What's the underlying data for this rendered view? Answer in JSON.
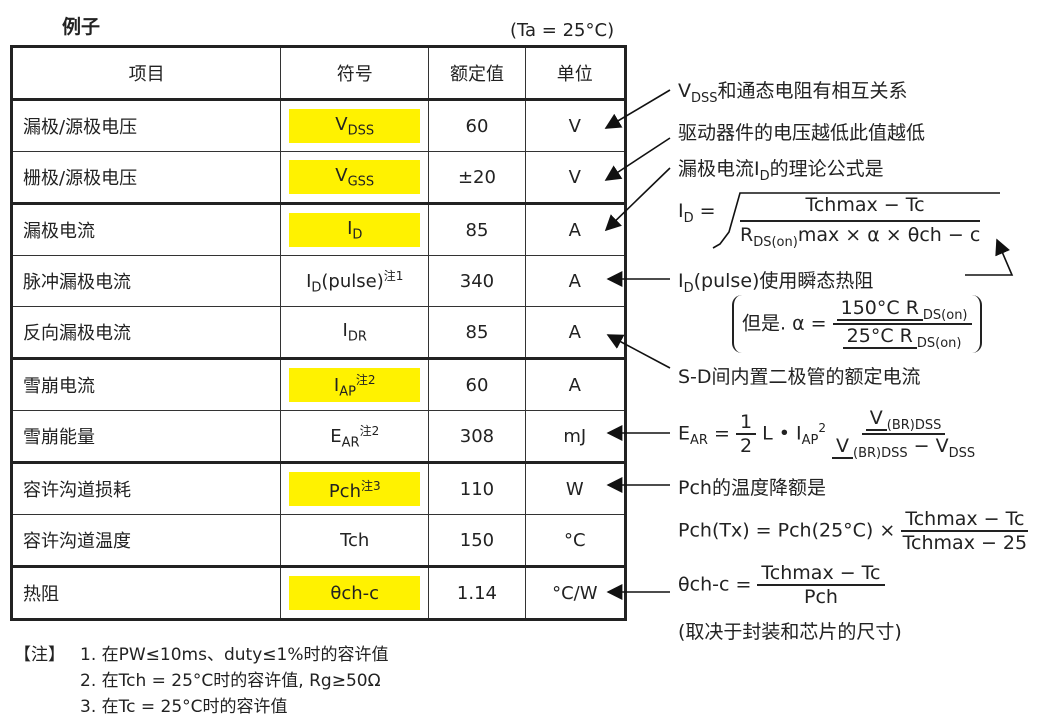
{
  "title": "例子",
  "condition": "(Ta = 25°C)",
  "table": {
    "headers": [
      "项目",
      "符号",
      "额定值",
      "单位"
    ],
    "rows": [
      {
        "item": "漏极/源极电压",
        "sym": "V",
        "sub": "DSS",
        "sup": "",
        "value": "60",
        "unit": "V",
        "highlight": true
      },
      {
        "item": "栅极/源极电压",
        "sym": "V",
        "sub": "GSS",
        "sup": "",
        "value": "±20",
        "unit": "V",
        "highlight": true
      },
      {
        "item": "漏极电流",
        "sym": "I",
        "sub": "D",
        "sup": "",
        "value": "85",
        "unit": "A",
        "highlight": true
      },
      {
        "item": "脉冲漏极电流",
        "sym": "I",
        "sub": "D",
        "sym2": "(pulse)",
        "sup": "注1",
        "value": "340",
        "unit": "A",
        "highlight": false
      },
      {
        "item": "反向漏极电流",
        "sym": "I",
        "sub": "DR",
        "sup": "",
        "value": "85",
        "unit": "A",
        "highlight": false
      },
      {
        "item": "雪崩电流",
        "sym": "I",
        "sub": "AP",
        "sup": "注2",
        "value": "60",
        "unit": "A",
        "highlight": true
      },
      {
        "item": "雪崩能量",
        "sym": "E",
        "sub": "AR",
        "sup": "注2",
        "value": "308",
        "unit": "mJ",
        "highlight": false
      },
      {
        "item": "容许沟道损耗",
        "sym": "Pch",
        "sub": "",
        "sup": "注3",
        "value": "110",
        "unit": "W",
        "highlight": true
      },
      {
        "item": "容许沟道温度",
        "sym": "Tch",
        "sub": "",
        "sup": "",
        "value": "150",
        "unit": "°C",
        "highlight": false
      },
      {
        "item": "热阻",
        "sym": "θch-c",
        "sub": "",
        "sup": "",
        "value": "1.14",
        "unit": "°C/W",
        "highlight": true
      }
    ]
  },
  "annotations": {
    "a1": "V",
    "a1sub": "DSS",
    "a1rest": "和通态电阻有相互关系",
    "a2": "驱动器件的电压越低此值越低",
    "a3": "漏极电流I",
    "a3sub": "D",
    "a3rest": "的理论公式是",
    "f1_lhs": "I",
    "f1_lhs_sub": "D",
    "f1_num": "Tchmax − Tc",
    "f1_den": "R",
    "f1_den_sub": "DS(on)",
    "f1_den_rest": "max × α × θch − c",
    "a4": "I",
    "a4sub": "D",
    "a4rest": "(pulse)使用瞬态热阻",
    "f2_pre": "但是. α =",
    "f2_num": "150°C R",
    "f2_den": "25°C R",
    "f2_sub": "DS(on)",
    "a5": "S-D间内置二极管的额定电流",
    "f3_lhs": "E",
    "f3_lhs_sub": "AR",
    "f3_half_num": "1",
    "f3_half_den": "2",
    "f3_mid": "L • I",
    "f3_mid_sub": "AP",
    "f3_sq": "2",
    "f3_num": "V",
    "f3_num_sub": "(BR)DSS",
    "f3_den": "V",
    "f3_den_sub": "(BR)DSS",
    "f3_den_rest": " − V",
    "f3_den_sub2": "DSS",
    "a6": "Pch的温度降额是",
    "f4_lhs": "Pch(Tx) = Pch(25°C) ×",
    "f4_num": "Tchmax − Tc",
    "f4_den": "Tchmax − 25",
    "f5_lhs": "θch-c =",
    "f5_num": "Tchmax − Tc",
    "f5_den": "Pch",
    "a7": "(取决于封装和芯片的尺寸)"
  },
  "notes": {
    "label": "【注】",
    "n1": "1. 在PW≤10ms、duty≤1%时的容许值",
    "n2": "2. 在Tch = 25°C时的容许值, Rg≥50Ω",
    "n3": "3. 在Tc = 25°C时的容许值"
  }
}
